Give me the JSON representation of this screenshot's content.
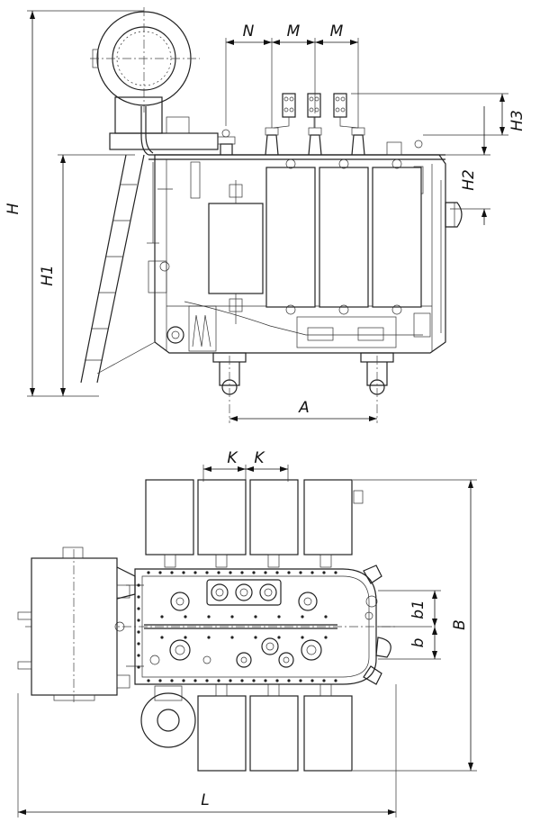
{
  "dimensions": {
    "H": "H",
    "H1": "H1",
    "H2": "H2",
    "H3": "H3",
    "N": "N",
    "M1": "M",
    "M2": "M",
    "A": "A",
    "K1": "K",
    "K2": "K",
    "B": "B",
    "b1": "b1",
    "b": "b",
    "L": "L"
  },
  "colors": {
    "line": "#222222",
    "background": "#ffffff"
  }
}
